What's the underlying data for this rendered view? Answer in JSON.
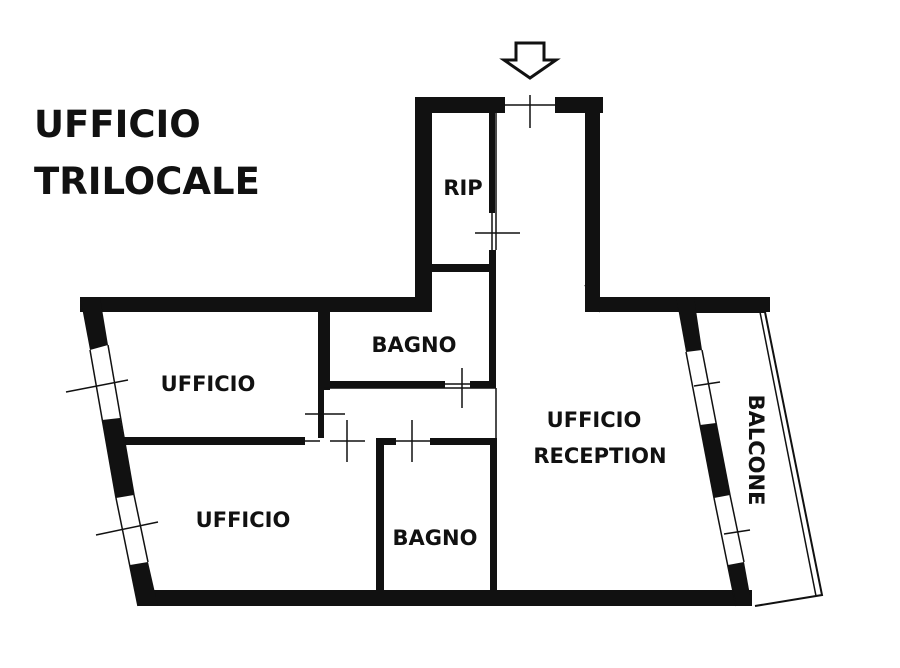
{
  "title": {
    "line1": "UFFICIO",
    "line2": "TRILOCALE"
  },
  "rooms": {
    "rip": "RIP",
    "bagno_top": "BAGNO",
    "ufficio_top": "UFFICIO",
    "ufficio_bottom": "UFFICIO",
    "bagno_bottom": "BAGNO",
    "reception_line1": "UFFICIO",
    "reception_line2": "RECEPTION",
    "balcone": "BALCONE"
  },
  "icons": {
    "entrance": "arrow-down-outline-icon"
  },
  "colors": {
    "wall": "#111111",
    "background": "#ffffff"
  }
}
